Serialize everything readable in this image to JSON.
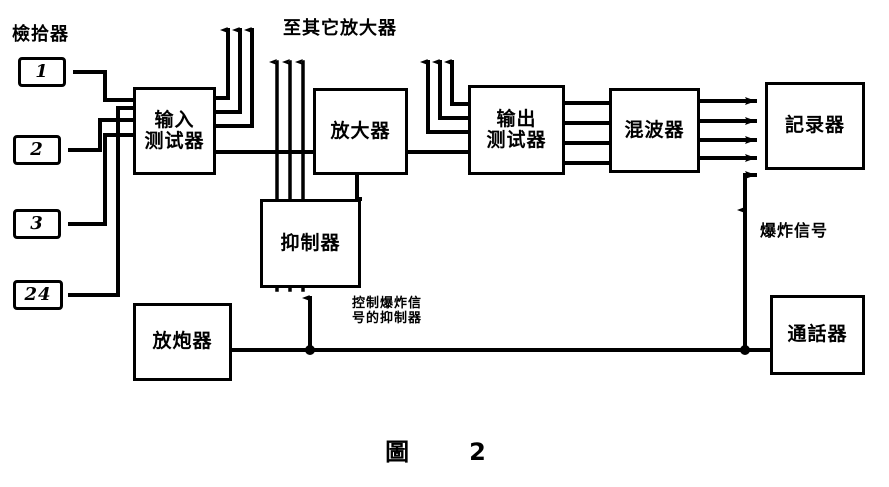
{
  "figure": {
    "caption": "圖　2",
    "title_label": "圖 2"
  },
  "groups": {
    "detectors_label": "檢拾器",
    "to_other_amps_label": "至其它放大器",
    "blast_signal_label": "爆炸信号",
    "suppressor_note_label": "控制爆炸信\n号的抑制器"
  },
  "channels": [
    {
      "name": "channel-1",
      "label": "1"
    },
    {
      "name": "channel-2",
      "label": "2"
    },
    {
      "name": "channel-3",
      "label": "3"
    },
    {
      "name": "channel-24",
      "label": "24"
    }
  ],
  "blocks": {
    "input_tester": {
      "line1": "输入",
      "line2": "测试器"
    },
    "amplifier": {
      "line1": "放大器"
    },
    "output_tester": {
      "line1": "输出",
      "line2": "测试器"
    },
    "mixer": {
      "line1": "混波器"
    },
    "recorder": {
      "line1": "記录器"
    },
    "suppressor": {
      "line1": "抑制器"
    },
    "shot_firer": {
      "line1": "放炮器"
    },
    "intercom": {
      "line1": "通話器"
    }
  },
  "colors": {
    "ink": "#000000",
    "paper": "#ffffff"
  }
}
